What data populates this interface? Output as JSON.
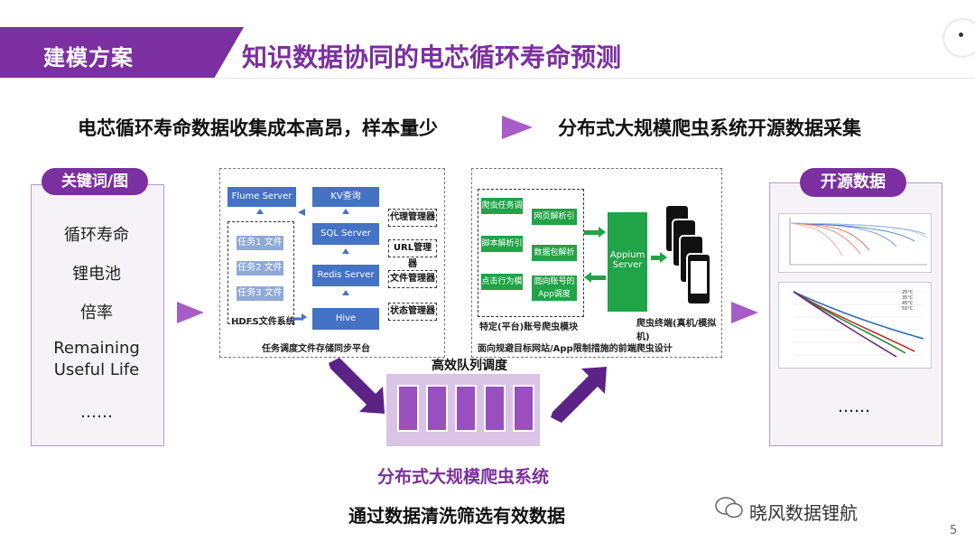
{
  "header": {
    "tag": "建模方案",
    "title": "知识数据协同的电芯循环寿命预测"
  },
  "flow": {
    "problem": "电芯循环寿命数据收集成本高昂，样本量少",
    "solution": "分布式大规模爬虫系统开源数据采集"
  },
  "keywords": {
    "tag": "关键词/图",
    "items": [
      "循环寿命",
      "锂电池",
      "倍率",
      "Remaining",
      "Useful  Life",
      "……"
    ]
  },
  "platform": {
    "flume": "Flume Server",
    "kv": "KV查询",
    "sql": "SQL Server",
    "redis": "Redis Server",
    "hive": "Hive",
    "tasks": [
      "任务1 文件",
      "任务2 文件",
      "任务3 文件"
    ],
    "hdfs": "HDFS文件系统",
    "managers": [
      "代理管理器",
      "URL管理器",
      "文件管理器",
      "状态管理器"
    ],
    "caption": "任务调度文件存储同步平台"
  },
  "crawler": {
    "left_modules": [
      "爬虫任务调度",
      "脚本解析引擎",
      "点击行为模拟"
    ],
    "mid_modules": [
      "网页解析引擎",
      "数据包解析",
      "面向账号的App调度"
    ],
    "appium": "Appium Server",
    "module_label": "特定(平台)账号爬虫模块",
    "terminal_label": "爬虫终端(真机/模拟机)",
    "caption": "面向规避目标网站/App限制措施的前端爬虫设计"
  },
  "queue": {
    "label": "高效队列调度",
    "system": "分布式大规模爬虫系统",
    "clean": "通过数据清洗筛选有效数据"
  },
  "open_data": {
    "tag": "开源数据",
    "ellipsis": "……",
    "legend": [
      "25°C",
      "35°C",
      "45°C",
      "55°C"
    ]
  },
  "footer": {
    "watermark": "晓风数据锂航",
    "page": "5"
  },
  "colors": {
    "purple": "#7b2fa0",
    "arrow": "#a85cc8",
    "blue": "#4472c4",
    "green": "#21a347"
  }
}
